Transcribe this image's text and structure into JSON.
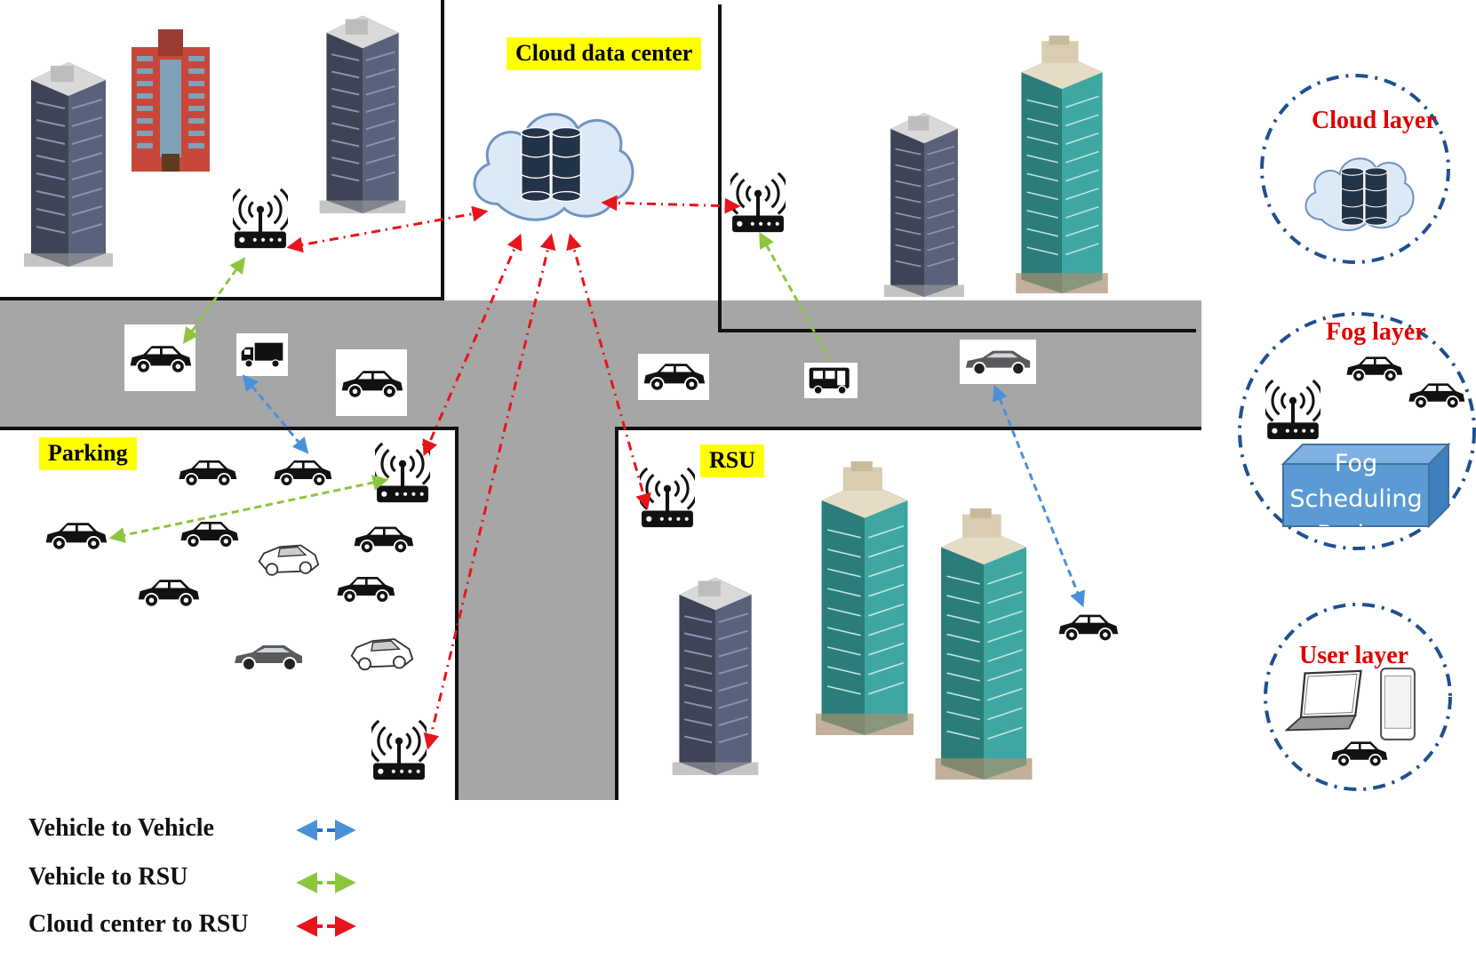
{
  "labels": {
    "cloud_data_center": "Cloud data center",
    "parking": "Parking",
    "rsu": "RSU"
  },
  "layers": {
    "cloud": "Cloud layer",
    "fog": "Fog layer",
    "fog_box": [
      "Fog",
      "Scheduling",
      "Broker"
    ],
    "user": "User layer"
  },
  "legend": [
    {
      "label": "Vehicle to Vehicle",
      "color": "#1f6fd1"
    },
    {
      "label": "Vehicle to RSU",
      "color": "#7dc242"
    },
    {
      "label": "Cloud center to RSU",
      "color": "#e8141b"
    }
  ],
  "colors": {
    "road": "#a6a6a6",
    "v2v": "#4a90d9",
    "v2rsu": "#8cc63f",
    "cloud_rsu": "#e8141b",
    "label_bg": "#ffff00",
    "layer_title": "#e00000",
    "layer_ring": "#1f4f8f",
    "fog_box": "#5b9bd5"
  },
  "icons": [
    "building-icon",
    "cloud-icon",
    "database-icon",
    "rsu-icon",
    "car-icon",
    "truck-icon",
    "bus-icon",
    "laptop-icon",
    "smartphone-icon"
  ]
}
